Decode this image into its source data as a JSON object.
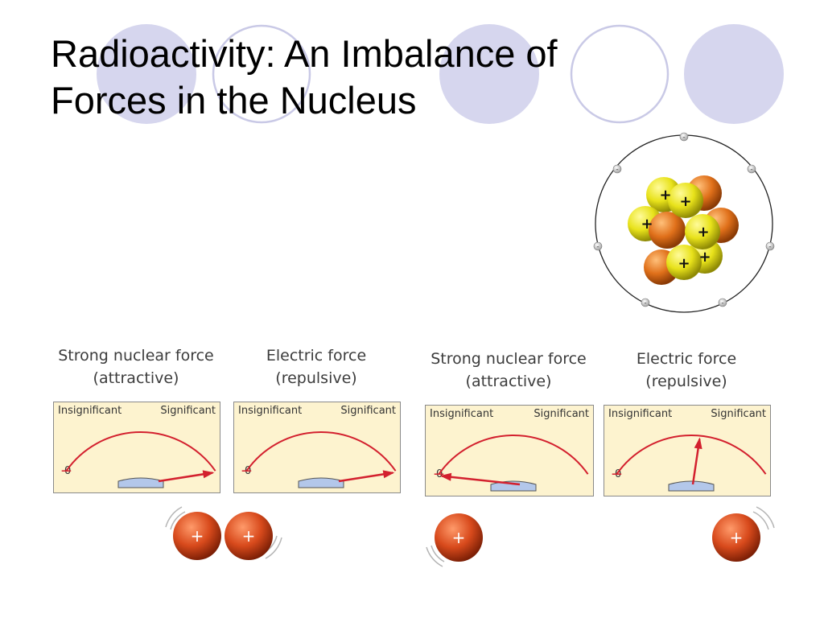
{
  "slide": {
    "title_line1": "Radioactivity: An Imbalance of",
    "title_line2": "Forces in the Nucleus",
    "accent_fill": "#d6d6ee",
    "accent_stroke": "#c9c9e6"
  },
  "atom": {
    "electron_symbol": "-",
    "proton_symbol": "+",
    "proton_color": "#e8e21a",
    "neutron_color": "#e0701a"
  },
  "gauge_labels": {
    "low": "Insignificant",
    "high": "Significant",
    "zero": "0"
  },
  "panels": [
    {
      "heading_line1": "Strong nuclear force",
      "heading_line2": "(attractive)",
      "level": 1.0
    },
    {
      "heading_line1": "Electric force",
      "heading_line2": "(repulsive)",
      "level": 1.0
    },
    {
      "heading_line1": "Strong nuclear force",
      "heading_line2": "(attractive)",
      "level": 0.0
    },
    {
      "heading_line1": "Electric  force",
      "heading_line2": "(repulsive)",
      "level": 0.55
    }
  ],
  "protons": {
    "symbol": "+",
    "color": "#d84a1c"
  }
}
